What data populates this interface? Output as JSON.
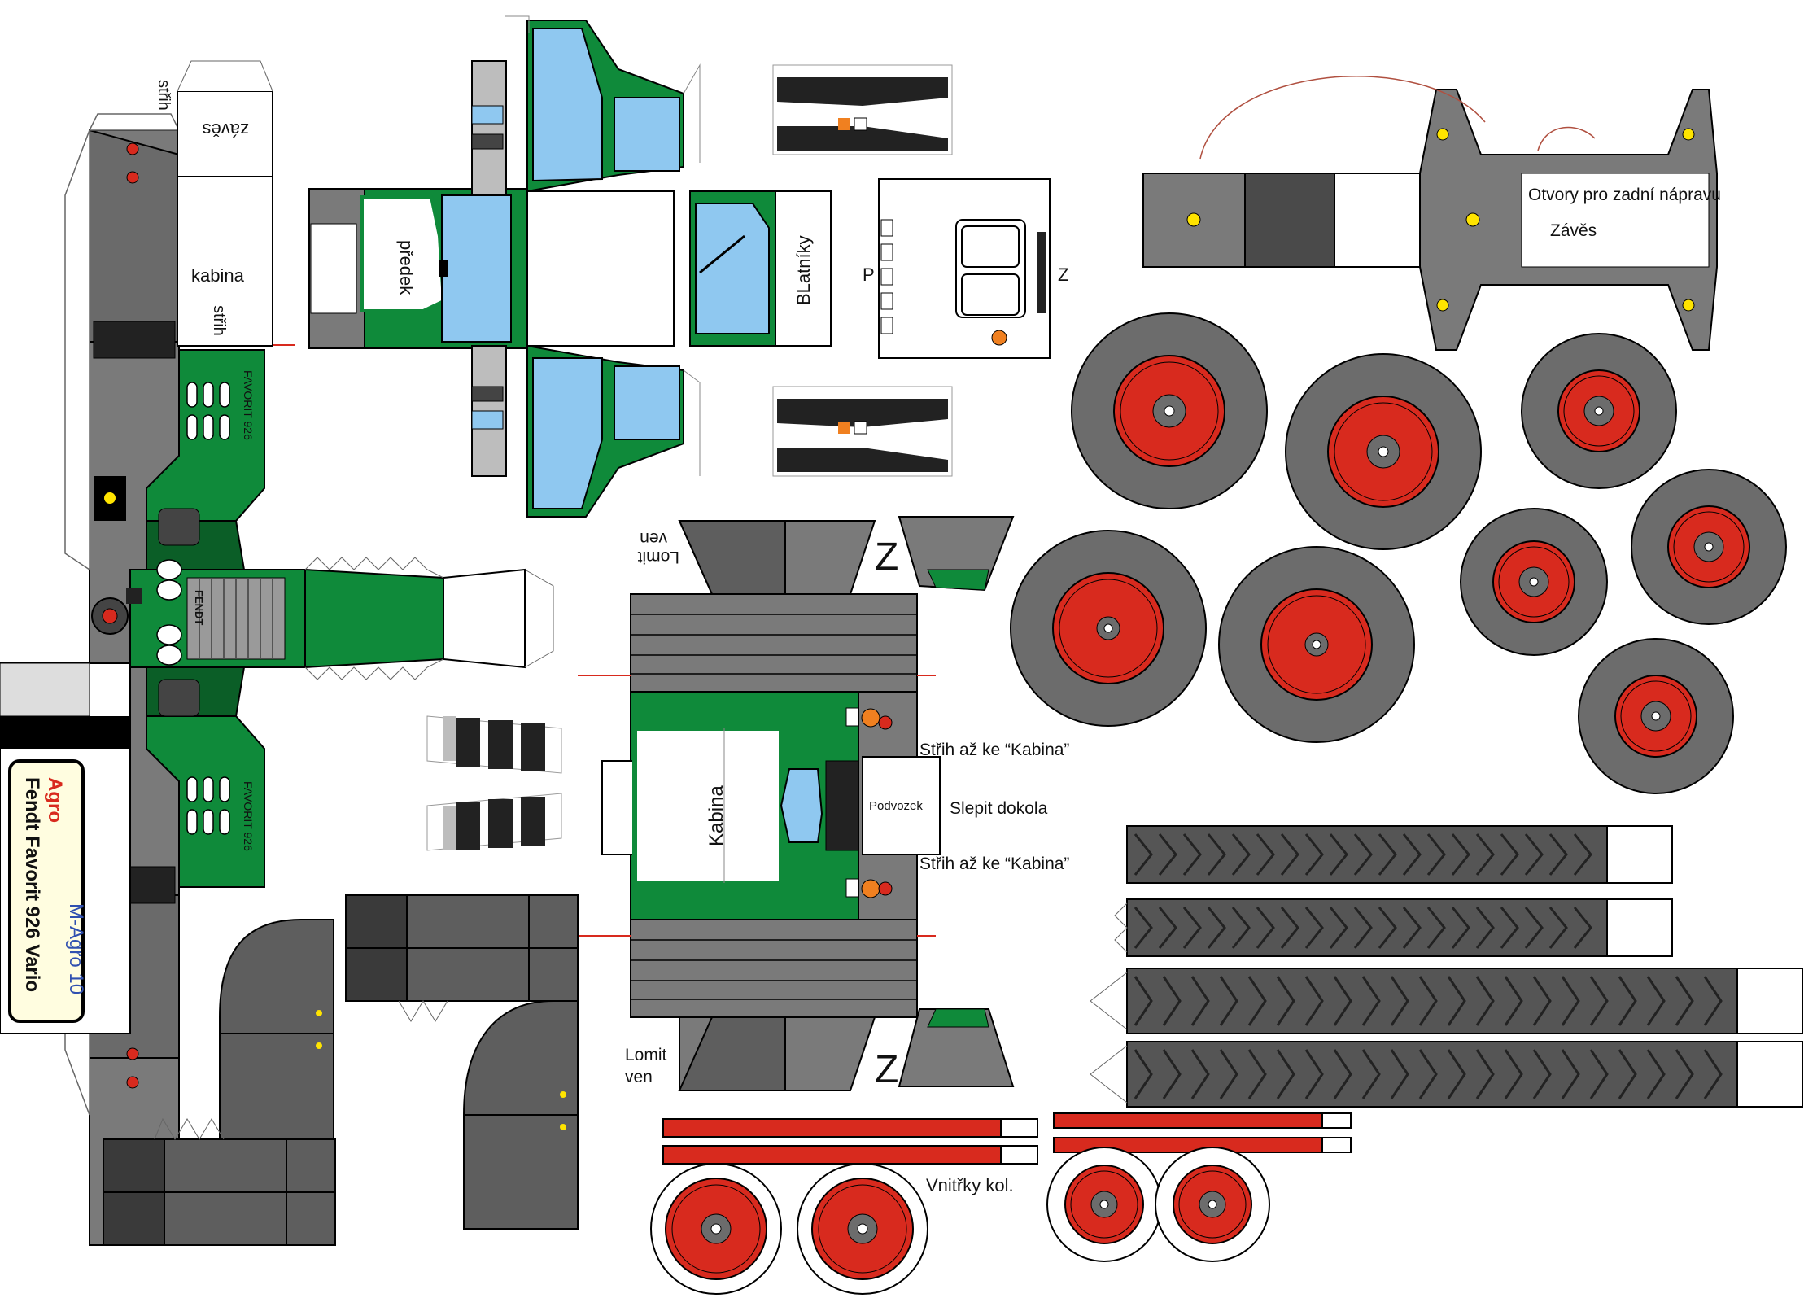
{
  "colors": {
    "green": "#0f8a3a",
    "dark_green": "#0b5e27",
    "grey": "#7a7a7a",
    "light_grey": "#bdbdbd",
    "dark_grey": "#4a4a4a",
    "window_blue": "#8fc8f0",
    "wheel_red": "#d82a1e",
    "tire_grey": "#6c6c6c",
    "label_bg": "#fffde0"
  },
  "labels": {
    "strih_top": "střih",
    "zaves_flipped": "závěs",
    "kabina_small": "kabina",
    "strih_mid": "střih",
    "predek": "předek",
    "blatniky": "BLatníky",
    "p_mark": "P",
    "z_mark": "Z",
    "otvory": "Otvory pro zadní nápravu",
    "zaves": "Závěs",
    "lomit_ven_flipped_1": "Lomit",
    "lomit_ven_flipped_2": "ven",
    "z_top": "Z",
    "strih_az_1": "Střih až ke “Kabina”",
    "slepit": "Slepit dokola",
    "strih_az_2": "Střih až ke “Kabina”",
    "kabina_big": "Kabina",
    "podvozek": "Podvozek",
    "lomit": "Lomit",
    "ven": "ven",
    "z_bottom": "Z",
    "vnitrky": "Vnitřky kol.",
    "hood_brand": "FENDT",
    "side_model": "FAVORIT 926"
  },
  "title_card": {
    "line1": "Fendt Favorit 926 Vario",
    "line2": "Agro",
    "line3": "M-Agro 10"
  }
}
